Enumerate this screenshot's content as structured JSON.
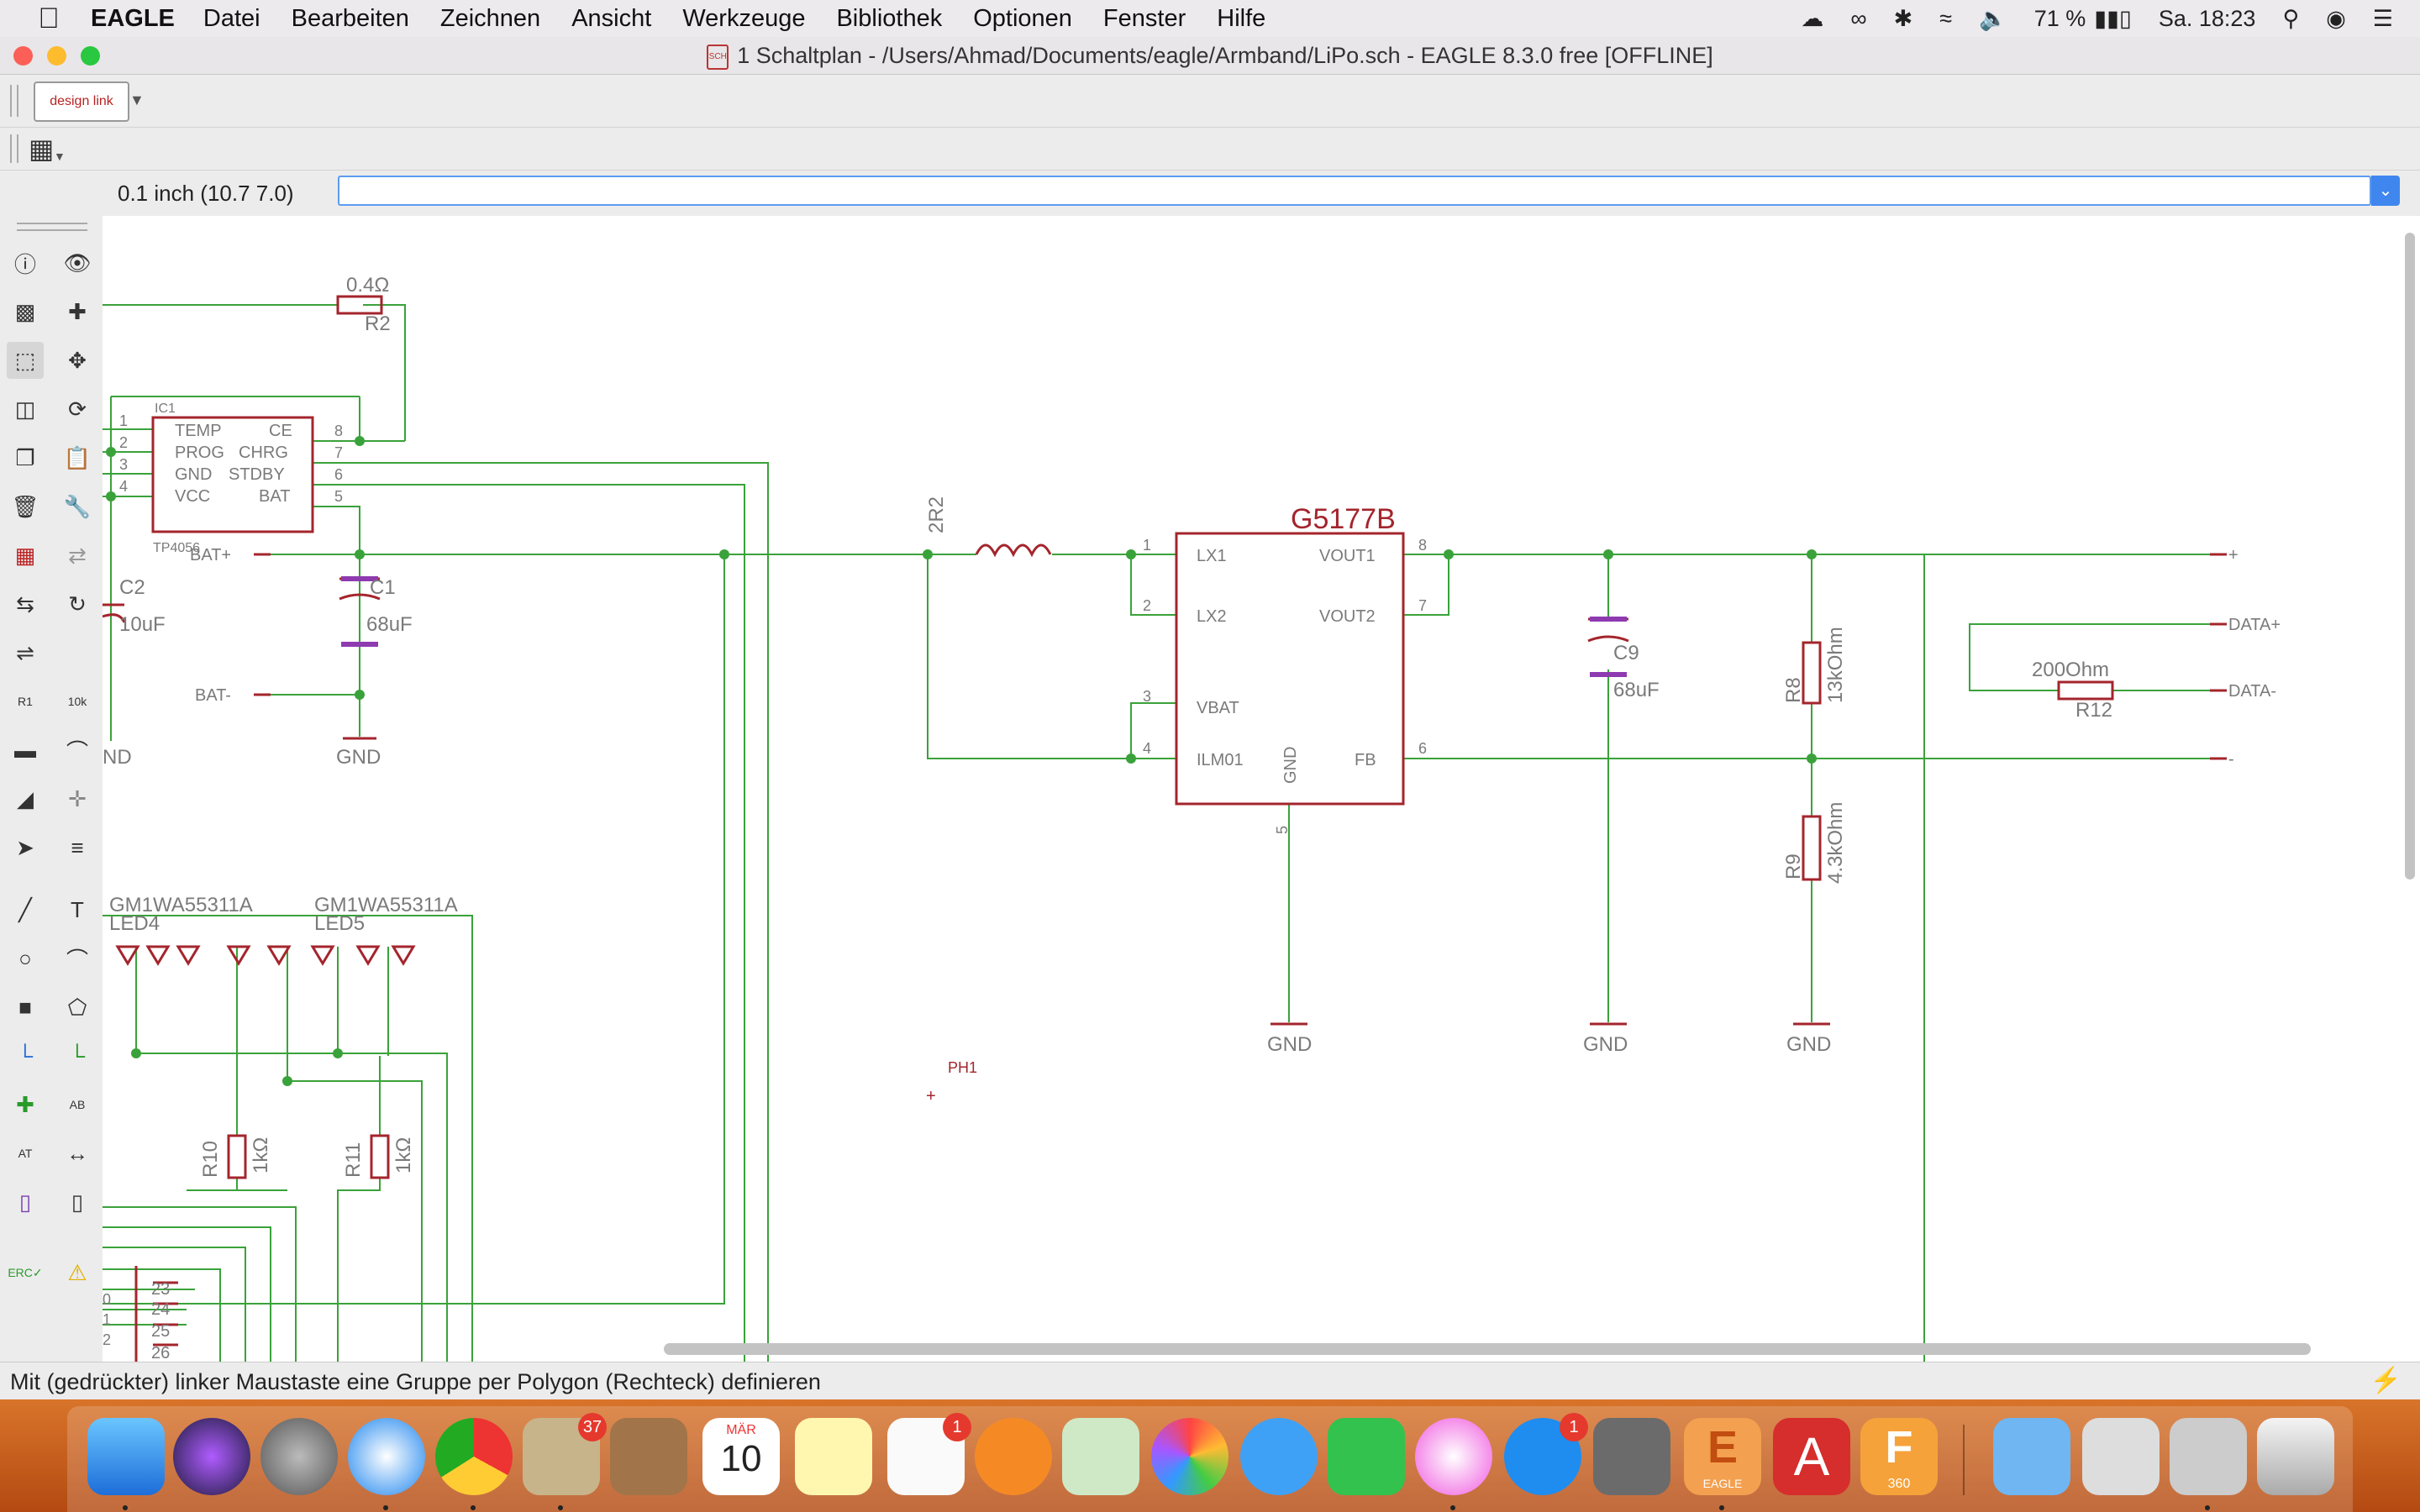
{
  "menubar": {
    "app": "EAGLE",
    "items": [
      "Datei",
      "Bearbeiten",
      "Zeichnen",
      "Ansicht",
      "Werkzeuge",
      "Bibliothek",
      "Optionen",
      "Fenster",
      "Hilfe"
    ],
    "battery": "71 %",
    "clock": "Sa. 18:23"
  },
  "window": {
    "title": "1 Schaltplan - /Users/Ahmad/Documents/eagle/Armband/LiPo.sch - EAGLE 8.3.0 free [OFFLINE]"
  },
  "toolbar": {
    "designlink_label": "design link"
  },
  "cmdbar": {
    "coord": "0.1 inch (10.7 7.0)",
    "input_value": ""
  },
  "status": {
    "text": "Mit (gedrückter) linker Maustaste eine Gruppe per Polygon (Rechteck) definieren"
  },
  "schematic": {
    "r2": {
      "value": "0.4Ω",
      "name": "R2"
    },
    "ic1": {
      "name": "IC1",
      "part": "TP4056",
      "pins_left": [
        {
          "n": "1",
          "l": "TEMP"
        },
        {
          "n": "2",
          "l": "PROG"
        },
        {
          "n": "3",
          "l": "GND"
        },
        {
          "n": "4",
          "l": "VCC"
        }
      ],
      "pins_right": [
        {
          "n": "8",
          "l": "CE"
        },
        {
          "n": "7",
          "l": "CHRG"
        },
        {
          "n": "6",
          "l": "STDBY"
        },
        {
          "n": "5",
          "l": "BAT"
        }
      ]
    },
    "c2": {
      "name": "C2",
      "value": "10uF"
    },
    "c1": {
      "name": "C1",
      "value": "68uF"
    },
    "bat_plus": "BAT+",
    "bat_minus": "BAT-",
    "gnd": "GND",
    "gnd_partial": "ND",
    "l1_value": "2R2",
    "u": {
      "name": "G5177B",
      "pins_left": [
        {
          "n": "1",
          "l": "LX1"
        },
        {
          "n": "2",
          "l": "LX2"
        },
        {
          "n": "3",
          "l": "VBAT"
        },
        {
          "n": "4",
          "l": "ILM01"
        }
      ],
      "pins_right": [
        {
          "n": "8",
          "l": "VOUT1"
        },
        {
          "n": "7",
          "l": "VOUT2"
        },
        {
          "n": "6",
          "l": "FB"
        }
      ],
      "pin_bottom": {
        "n": "5",
        "l": "GND"
      }
    },
    "c9": {
      "name": "C9",
      "value": "68uF"
    },
    "r8": {
      "name": "R8",
      "value": "13kOhm"
    },
    "r9": {
      "name": "R9",
      "value": "4.3kOhm"
    },
    "r12": {
      "name": "R12",
      "value": "200Ohm"
    },
    "out_plus": "+",
    "out_minus": "-",
    "data_plus": "DATA+",
    "data_minus": "DATA-",
    "led4": {
      "part": "GM1WA55311A",
      "name": "LED4"
    },
    "led5": {
      "part": "GM1WA55311A",
      "name": "LED5"
    },
    "r10": {
      "name": "R10",
      "value": "1kΩ"
    },
    "r11": {
      "name": "R11",
      "value": "1kΩ"
    },
    "ph1": "PH1",
    "conn_pins": [
      "23",
      "24",
      "25",
      "26"
    ],
    "conn_left_pins": [
      "0",
      "1",
      "2"
    ]
  },
  "dock": {
    "mail_badge": "37",
    "calendar_month": "MÄR",
    "calendar_day": "10",
    "reminders_badge": "1",
    "appstore_badge": "1",
    "eagle_label": "EAGLE",
    "fusion_label": "360"
  },
  "colors": {
    "wire": "#3aa23a",
    "part": "#a4252c",
    "junction": "#3aa23a",
    "accent": "#3f86ee"
  }
}
